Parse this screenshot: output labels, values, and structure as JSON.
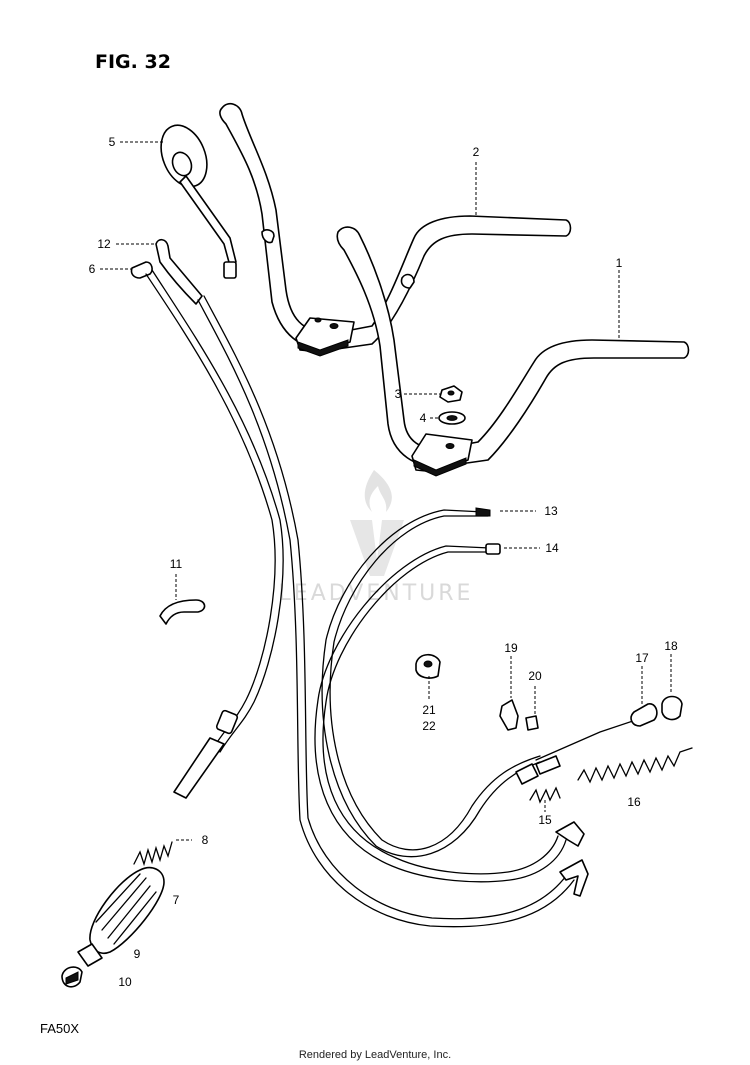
{
  "figure": {
    "title": "FIG. 32",
    "model_code": "FA50X"
  },
  "callouts": [
    {
      "id": "c1",
      "label": "1"
    },
    {
      "id": "c2",
      "label": "2"
    },
    {
      "id": "c3",
      "label": "3"
    },
    {
      "id": "c4",
      "label": "4"
    },
    {
      "id": "c5",
      "label": "5"
    },
    {
      "id": "c6",
      "label": "6"
    },
    {
      "id": "c7",
      "label": "7"
    },
    {
      "id": "c8",
      "label": "8"
    },
    {
      "id": "c9",
      "label": "9"
    },
    {
      "id": "c10",
      "label": "10"
    },
    {
      "id": "c11",
      "label": "11"
    },
    {
      "id": "c12",
      "label": "12"
    },
    {
      "id": "c13",
      "label": "13"
    },
    {
      "id": "c14",
      "label": "14"
    },
    {
      "id": "c15",
      "label": "15"
    },
    {
      "id": "c16",
      "label": "16"
    },
    {
      "id": "c17",
      "label": "17"
    },
    {
      "id": "c18",
      "label": "18"
    },
    {
      "id": "c19",
      "label": "19"
    },
    {
      "id": "c20",
      "label": "20"
    },
    {
      "id": "c21",
      "label": "21"
    },
    {
      "id": "c22",
      "label": "22"
    }
  ],
  "watermark": {
    "text": "LEADVENTURE",
    "icon": "leadventure-flame-logo",
    "color": "#d9d9d9"
  },
  "footer": {
    "credit": "Rendered by LeadVenture, Inc."
  }
}
